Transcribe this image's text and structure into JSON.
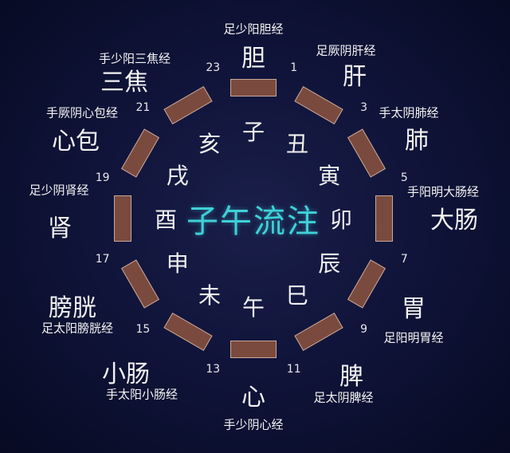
{
  "title": "子午流注",
  "segments": [
    {
      "branch": "子",
      "organ": "胆",
      "meridian": "足少阳胆经"
    },
    {
      "branch": "丑",
      "organ": "肝",
      "meridian": "足厥阴肝经"
    },
    {
      "branch": "寅",
      "organ": "肺",
      "meridian": "手太阴肺经"
    },
    {
      "branch": "卯",
      "organ": "大肠",
      "meridian": "手阳明大肠经"
    },
    {
      "branch": "辰",
      "organ": "胃",
      "meridian": "足阳明胃经"
    },
    {
      "branch": "巳",
      "organ": "脾",
      "meridian": "足太阴脾经"
    },
    {
      "branch": "午",
      "organ": "心",
      "meridian": "手少阴心经"
    },
    {
      "branch": "未",
      "organ": "小肠",
      "meridian": "手太阳小肠经"
    },
    {
      "branch": "申",
      "organ": "膀胱",
      "meridian": "足太阳膀胱经"
    },
    {
      "branch": "酉",
      "organ": "肾",
      "meridian": "足少阴肾经"
    },
    {
      "branch": "戌",
      "organ": "心包",
      "meridian": "手厥阴心包经"
    },
    {
      "branch": "亥",
      "organ": "三焦",
      "meridian": "手少阳三焦经"
    }
  ],
  "hours": [
    "1",
    "3",
    "5",
    "7",
    "9",
    "11",
    "13",
    "15",
    "17",
    "19",
    "21",
    "23"
  ],
  "colors": {
    "block_fill": "#7a4a3e",
    "block_border": "#c9a898",
    "title": "#3fd0d8",
    "text": "#f2f2f2"
  }
}
